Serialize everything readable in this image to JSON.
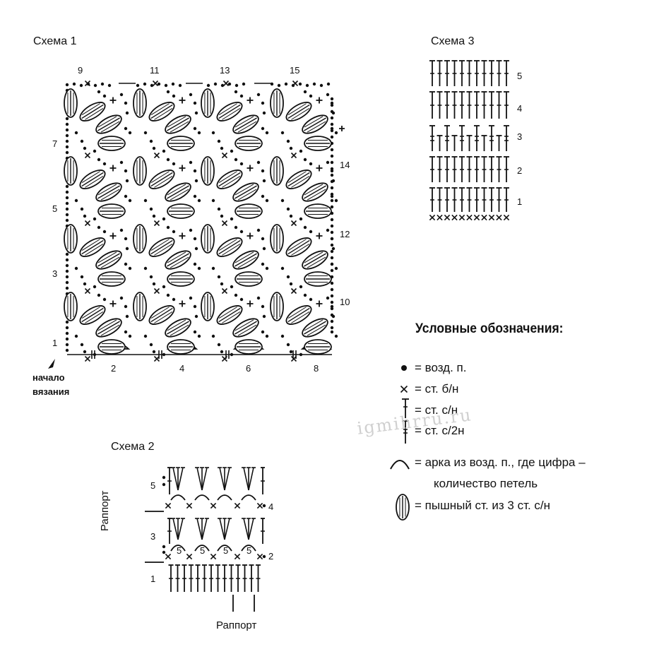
{
  "scheme1": {
    "title": "Схема 1",
    "start_label_1": "начало",
    "start_label_2": "вязания",
    "top_rows": [
      "9",
      "11",
      "13",
      "15"
    ],
    "left_rows": [
      "7",
      "5",
      "3",
      "1"
    ],
    "right_rows": [
      "14",
      "12",
      "10"
    ],
    "bottom_rows": [
      "2",
      "4",
      "6",
      "8"
    ]
  },
  "scheme2": {
    "title": "Схема 2",
    "rapport_vertical": "Раппорт",
    "rapport_bottom": "Раппорт",
    "left_rows": [
      "5",
      "3",
      "1"
    ],
    "right_rows": [
      "4",
      "2"
    ],
    "arch_number": "5"
  },
  "scheme3": {
    "title": "Схема 3",
    "rows": [
      "5",
      "4",
      "3",
      "2",
      "1"
    ]
  },
  "legend": {
    "title": "Условные обозначения:",
    "items": [
      {
        "symbol": "chain-stitch",
        "text": "= возд. п."
      },
      {
        "symbol": "single-crochet",
        "text": "= ст. б/н"
      },
      {
        "symbol": "double-crochet",
        "text": "= ст. с/н"
      },
      {
        "symbol": "double-treble",
        "text": "= ст. с/2н"
      },
      {
        "symbol": "chain-arch",
        "text": "= арка из возд. п., где цифра –"
      },
      {
        "symbol": "",
        "text": "количество петель"
      },
      {
        "symbol": "puff-stitch",
        "text": "= пышный ст. из 3 ст. с/н"
      }
    ]
  },
  "watermark": "igmihrru.ru"
}
